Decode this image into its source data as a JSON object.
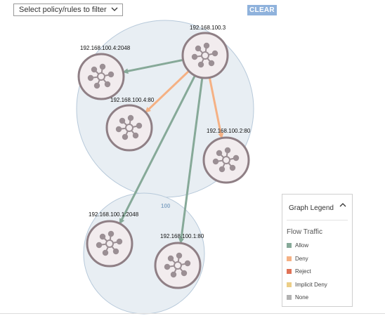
{
  "toolbar": {
    "filter_placeholder": "Select policy/rules to filter",
    "clear_label": "CLEAR"
  },
  "graph": {
    "group_label": "100",
    "nodes": [
      {
        "id": "n1",
        "label": "192.168.100.3"
      },
      {
        "id": "n2",
        "label": "192.168.100.4:2048"
      },
      {
        "id": "n3",
        "label": "192.168.100.4:80"
      },
      {
        "id": "n4",
        "label": "192.168.100.2:80"
      },
      {
        "id": "n5",
        "label": "192.168.100.1:2048"
      },
      {
        "id": "n6",
        "label": "192.168.100.1:80"
      }
    ],
    "edges": [
      {
        "from": "n1",
        "to": "n2",
        "type": "Allow"
      },
      {
        "from": "n1",
        "to": "n3",
        "type": "Deny"
      },
      {
        "from": "n1",
        "to": "n4",
        "type": "Deny"
      },
      {
        "from": "n1",
        "to": "n5",
        "type": "Allow"
      },
      {
        "from": "n1",
        "to": "n6",
        "type": "Allow"
      }
    ]
  },
  "legend": {
    "title": "Graph Legend",
    "subtitle": "Flow Traffic",
    "items": [
      {
        "label": "Allow",
        "color": "#86a998"
      },
      {
        "label": "Deny",
        "color": "#f5b184"
      },
      {
        "label": "Reject",
        "color": "#e07256"
      },
      {
        "label": "Implicit Deny",
        "color": "#ecce87"
      },
      {
        "label": "None",
        "color": "#b3b3b3"
      }
    ]
  },
  "colors": {
    "group_fill": "#e8eef3",
    "group_stroke": "#b7c9da",
    "node_fill": "#f2ecee",
    "node_stroke": "#8f7f85",
    "icon_color": "#9b8f94",
    "accent": "#8fb2dc"
  }
}
